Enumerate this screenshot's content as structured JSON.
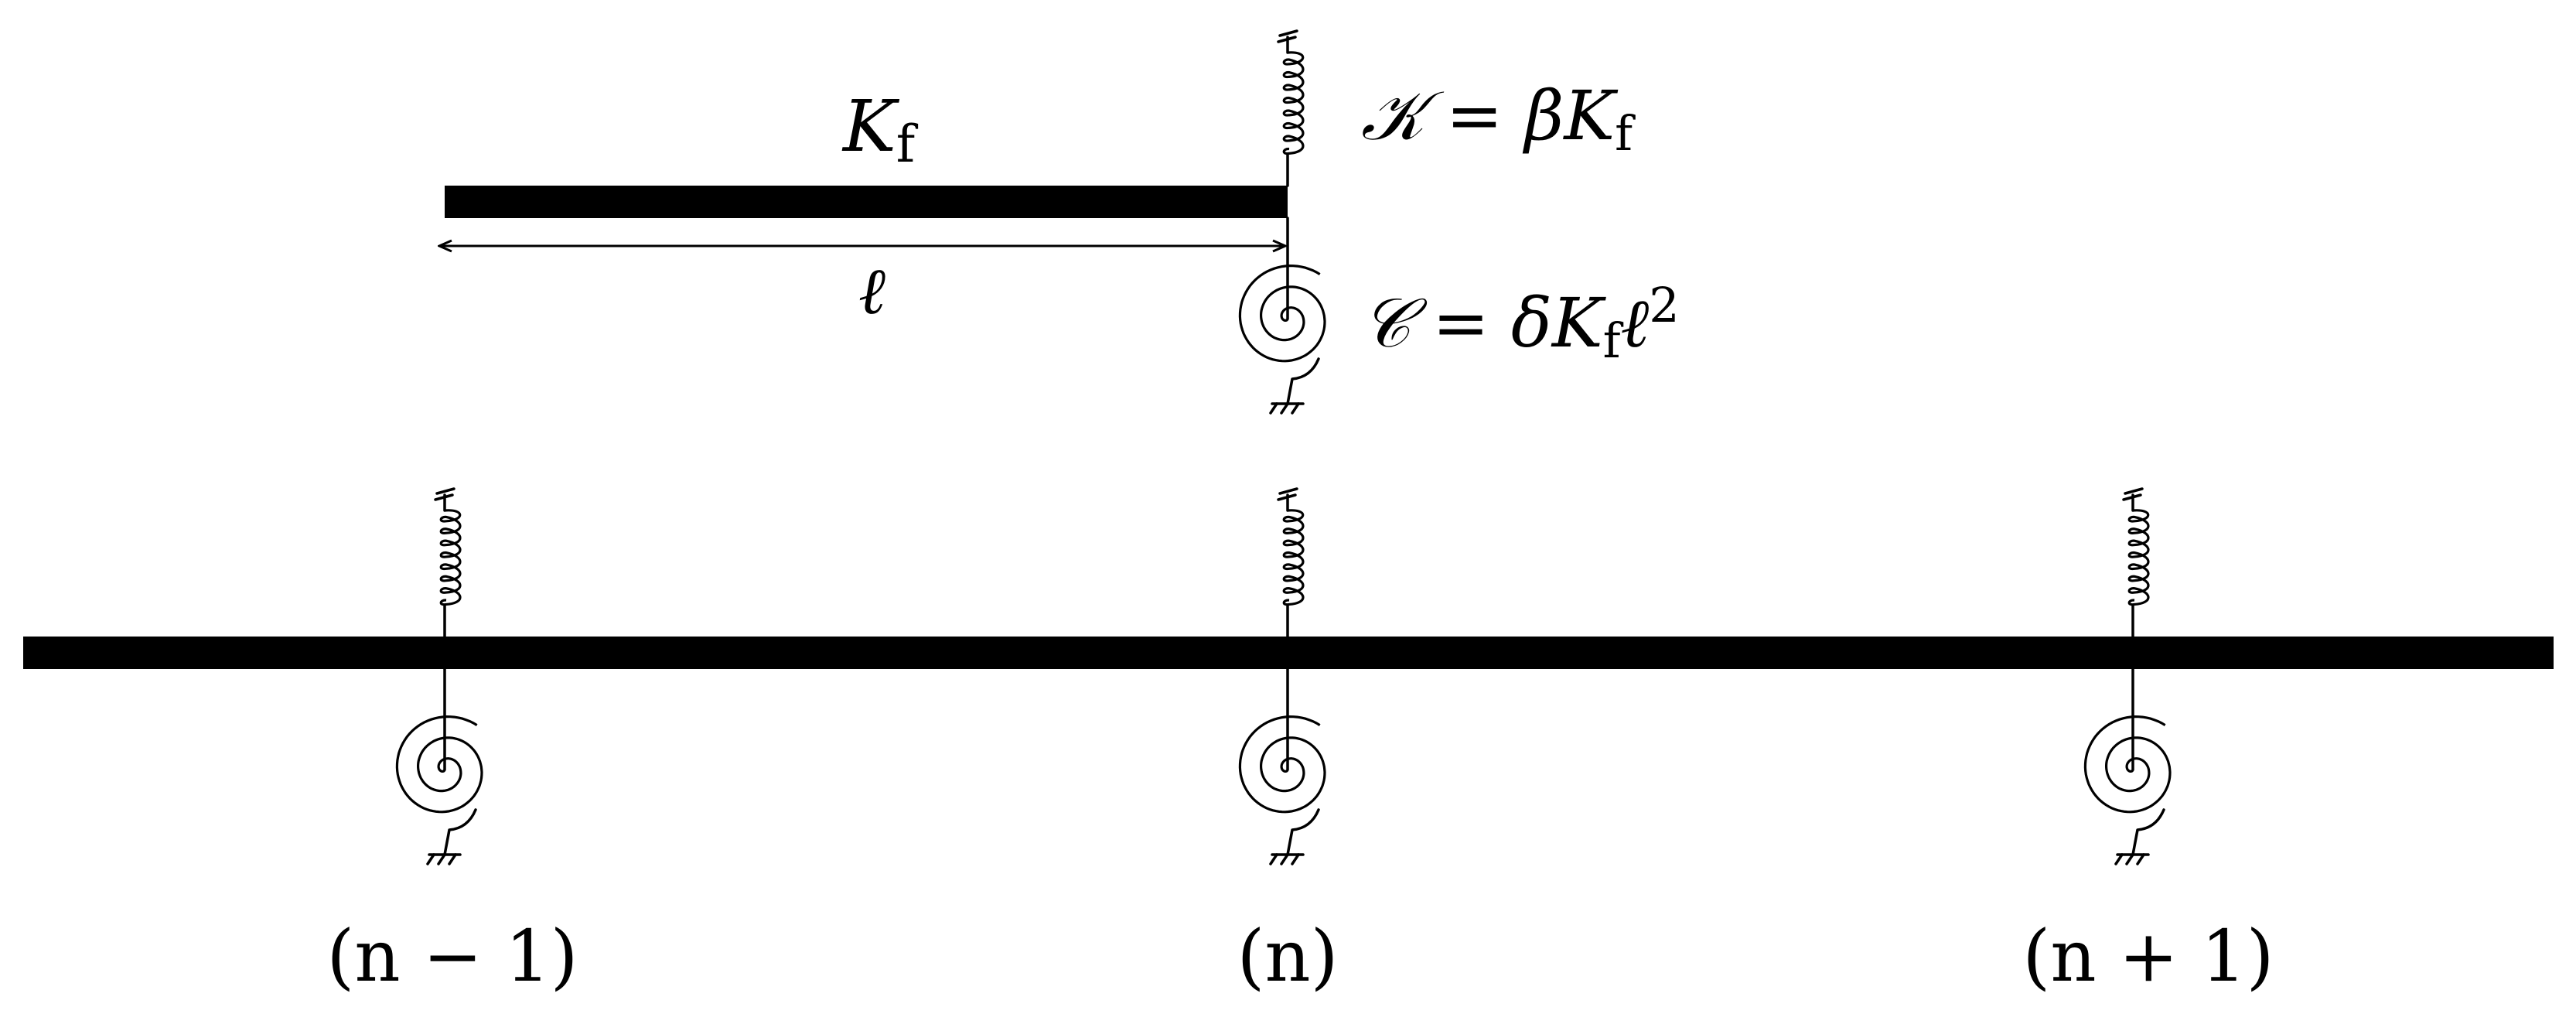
{
  "figure": {
    "top_diagram": {
      "beam_label": {
        "main": "K",
        "sub": "f"
      },
      "length_label": "ℓ",
      "spring_label": {
        "sym": "𝒦",
        "eq": " = ",
        "coef": "β",
        "K": "K",
        "sub": "f"
      },
      "torsion_label": {
        "sym": "𝒞",
        "eq": " = ",
        "coef": "δ",
        "K": "K",
        "sub": "f",
        "ell": "ℓ",
        "exp": "2"
      }
    },
    "bottom_diagram": {
      "nodes": [
        {
          "label": "(n − 1)"
        },
        {
          "label": "(n)"
        },
        {
          "label": "(n + 1)"
        }
      ]
    }
  }
}
